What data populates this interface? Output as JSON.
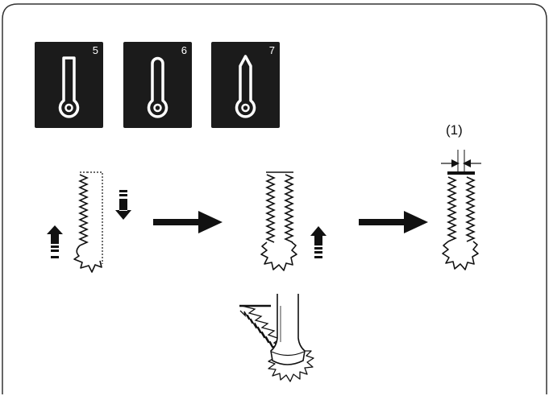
{
  "buttons": [
    {
      "number": "5",
      "icon": "keyhole-buttonhole-square-icon"
    },
    {
      "number": "6",
      "icon": "keyhole-buttonhole-round-icon"
    },
    {
      "number": "7",
      "icon": "keyhole-buttonhole-pointed-icon"
    }
  ],
  "callout": {
    "label": "(1)"
  },
  "colors": {
    "tile_background": "#1b1b1b",
    "ink": "#111111",
    "frame": "#333333"
  }
}
